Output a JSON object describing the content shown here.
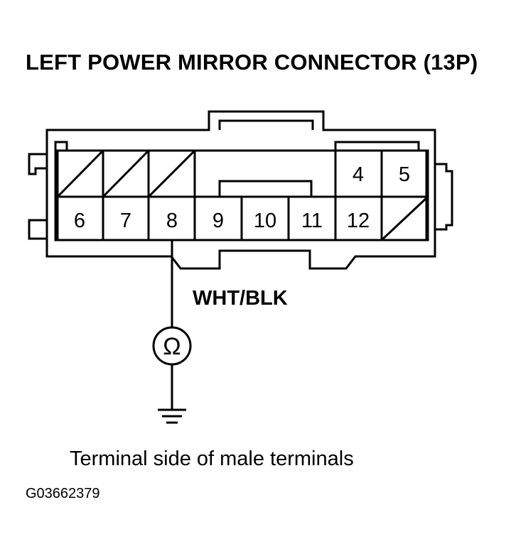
{
  "diagram": {
    "title": "LEFT POWER MIRROR CONNECTOR (13P)",
    "wire_color": "WHT/BLK",
    "caption": "Terminal side of male terminals",
    "figure_code": "G03662379",
    "meter_symbol": "Ω",
    "connector": {
      "top_row": [
        {
          "label": "",
          "hatched": true
        },
        {
          "label": "",
          "hatched": true
        },
        {
          "label": "",
          "hatched": true
        },
        {
          "label": "4",
          "hatched": false
        },
        {
          "label": "5",
          "hatched": false
        }
      ],
      "bottom_row": [
        {
          "label": "6",
          "hatched": false
        },
        {
          "label": "7",
          "hatched": false
        },
        {
          "label": "8",
          "hatched": false
        },
        {
          "label": "9",
          "hatched": false
        },
        {
          "label": "10",
          "hatched": false
        },
        {
          "label": "11",
          "hatched": false
        },
        {
          "label": "12",
          "hatched": false
        },
        {
          "label": "",
          "hatched": true
        }
      ],
      "probed_terminal": "8"
    },
    "colors": {
      "line": "#000000",
      "background": "#ffffff"
    }
  }
}
